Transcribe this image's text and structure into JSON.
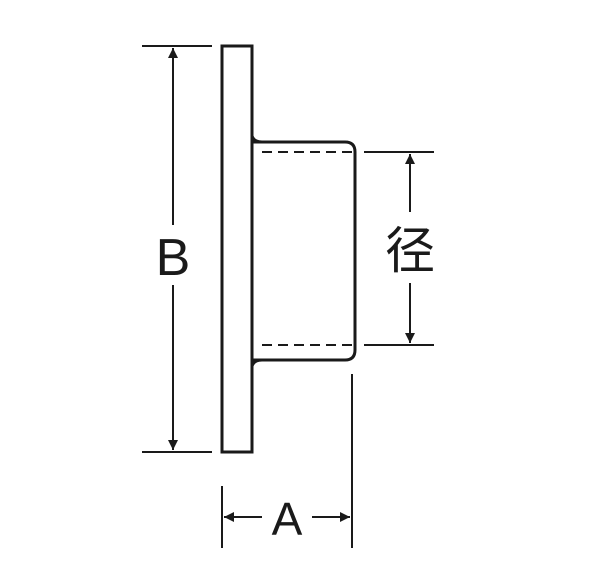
{
  "labels": {
    "height": "B",
    "width": "A",
    "diameter": "径"
  },
  "colors": {
    "line": "#1a1a1a",
    "background": "#ffffff"
  }
}
